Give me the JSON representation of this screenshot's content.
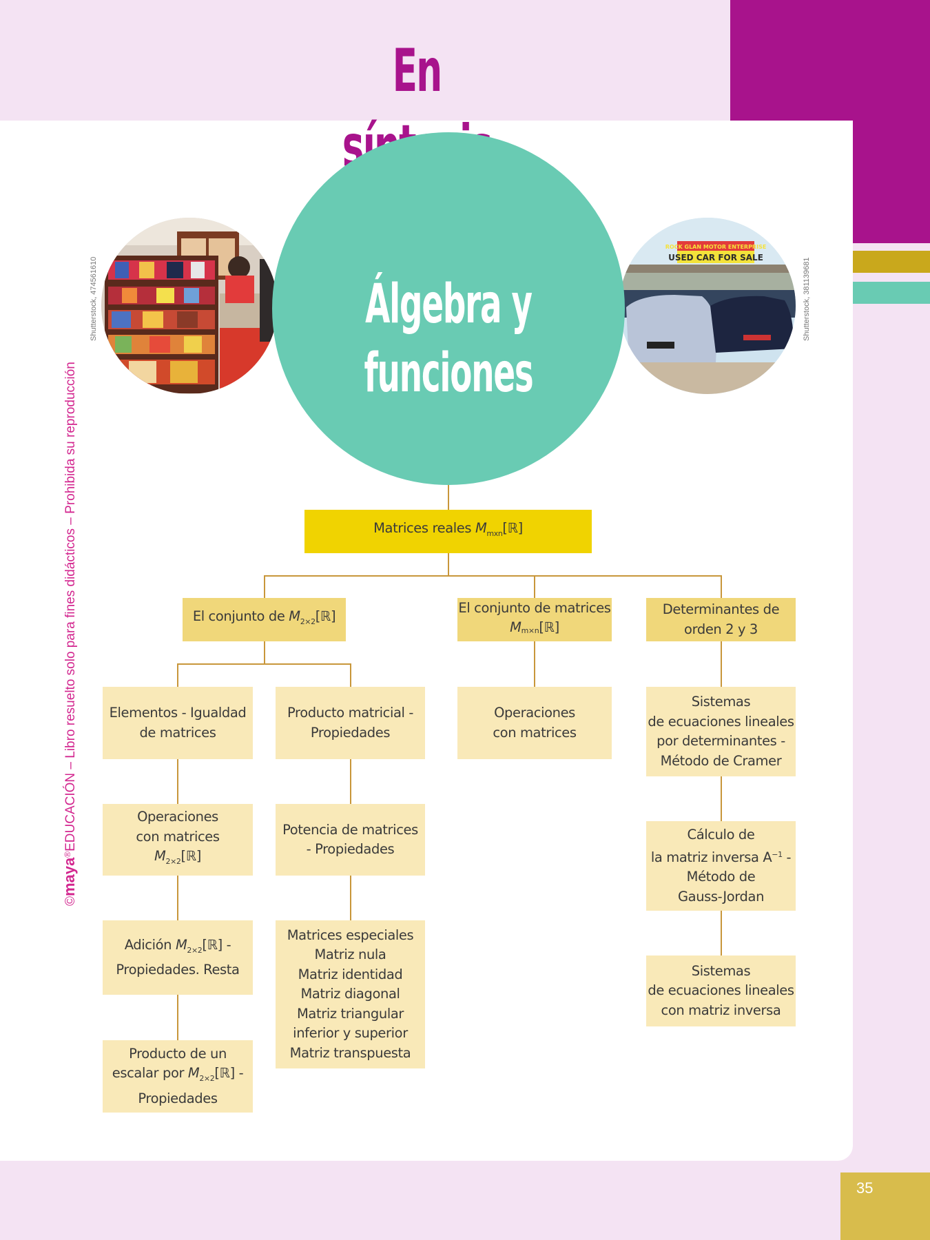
{
  "header": {
    "title": "En síntesis"
  },
  "central_topic": {
    "label": "Álgebra y funciones"
  },
  "photos": {
    "left": {
      "subject": "convenience-store-shelves",
      "credit": "Shutterstock, 474561610"
    },
    "right": {
      "subject": "used-car-lot",
      "sign_line_1": "ROCK GLAN MOTOR ENTERPRISE",
      "sign_line_2": "USED CAR FOR SALE",
      "credit": "Shutterstock, 381139681"
    }
  },
  "side_note": {
    "copyright": "©",
    "brand": "maya",
    "registered": "®",
    "text": "EDUCACIÓN – Libro resuelto solo para fines didácticos – Prohibida su reproducción"
  },
  "concept_map": {
    "root": {
      "text": "Matrices reales ",
      "symbol": "M",
      "sub": "mxn",
      "tail": "[ℝ]"
    },
    "level2": [
      {
        "text": "El conjunto de  ",
        "symbol": "M",
        "sub": "2×2",
        "tail": "[ℝ]"
      },
      {
        "line1": "El conjunto de matrices",
        "symbol": "M",
        "sub": "m×n",
        "tail": "[ℝ]"
      },
      {
        "line1": "Determinantes de",
        "line2": "orden 2 y 3"
      }
    ],
    "column1": [
      {
        "line1": "Elementos - Igualdad",
        "line2": "de matrices"
      },
      {
        "line1": "Operaciones",
        "line2": "con matrices",
        "symbol": "M",
        "sub": "2×2",
        "tail": "[ℝ]"
      },
      {
        "pre": "Adición ",
        "symbol": "M",
        "sub": "2×2",
        "tail": "[ℝ] -",
        "line2": "Propiedades. Resta"
      },
      {
        "line1": "Producto de un",
        "pre": "escalar por ",
        "symbol": "M",
        "sub": "2×2",
        "tail": "[ℝ] -",
        "line3": "Propiedades"
      }
    ],
    "column2": [
      {
        "line1": "Producto matricial -",
        "line2": "Propiedades"
      },
      {
        "line1": "Potencia de matrices",
        "line2": "- Propiedades"
      },
      {
        "lines": [
          "Matrices especiales",
          "Matriz nula",
          "Matriz identidad",
          "Matriz diagonal",
          "Matriz triangular",
          "inferior y superior",
          "Matriz transpuesta"
        ]
      }
    ],
    "column3": [
      {
        "line1": "Operaciones",
        "line2": "con matrices"
      }
    ],
    "column4": [
      {
        "lines": [
          "Sistemas",
          "de ecuaciones lineales",
          "por determinantes -",
          "Método de Cramer"
        ]
      },
      {
        "line1": "Cálculo de",
        "pre": "la matriz inversa A",
        "sup": "−1",
        "tail": " -",
        "line3": "Método de",
        "line4": "Gauss-Jordan"
      },
      {
        "lines": [
          "Sistemas",
          "de ecuaciones lineales",
          "con matriz inversa"
        ]
      }
    ]
  },
  "footer": {
    "page_number": "35"
  },
  "colors": {
    "magenta": "#a8138c",
    "teal": "#69cbb3",
    "gold": "#c9a81c",
    "root_yellow": "#f0d301",
    "level2_yellow": "#f0d77a",
    "level3_cream": "#f9e9b8",
    "page_bg_pink": "#f4e3f3",
    "page_num_bg": "#d8bc4c",
    "connector": "#c8963a"
  }
}
